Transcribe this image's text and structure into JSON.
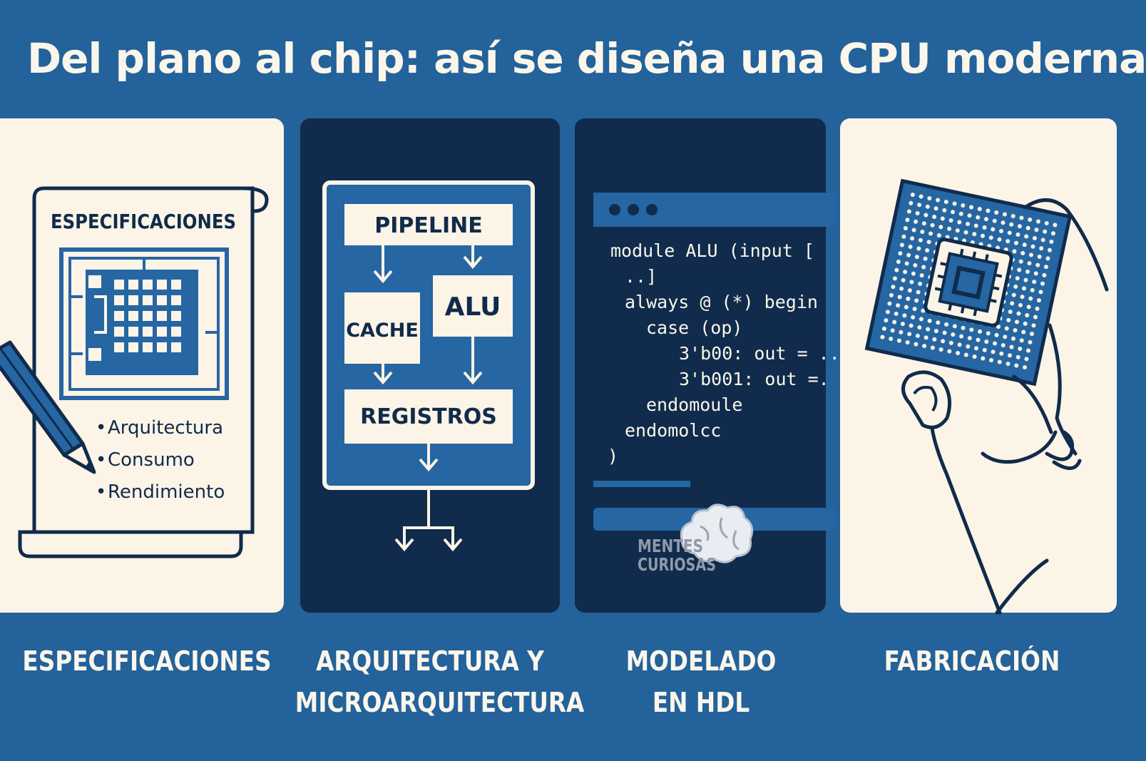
{
  "title": "Del plano al chip: así se diseña una CPU moderna",
  "colors": {
    "background": "#23629a",
    "dark_panel": "#102b4b",
    "cream": "#fbf4e7",
    "accent_blue": "#2566a3"
  },
  "panels": [
    {
      "caption_lines": [
        "ESPECIFICACIONES"
      ],
      "document_heading": "ESPECIFICACIONES",
      "bullets": [
        "Arquitectura",
        "Consumo",
        "Rendimiento"
      ],
      "icons": [
        "scroll-document-icon",
        "chip-floorplan-icon",
        "pencil-icon"
      ]
    },
    {
      "caption_lines": [
        "ARQUITECTURA Y",
        "MICROARQUITECTURA"
      ],
      "blocks": {
        "pipeline": "PIPELINE",
        "cache": "CACHE",
        "alu": "ALU",
        "registros": "REGISTROS"
      },
      "icons": [
        "block-diagram-icon",
        "arrow-down-icon",
        "branch-arrows-icon"
      ]
    },
    {
      "caption_lines": [
        "MODELADO",
        "EN HDL"
      ],
      "code_lines": [
        "module ALU (input [",
        "..]",
        "always @ (*) begin",
        "case (op)",
        "3'b00: out = ...",
        "3'b001: out =.",
        "endomoule",
        "endomolcc",
        ")"
      ],
      "watermark": [
        "MENTES",
        "CURIOSAS"
      ],
      "icons": [
        "code-window-icon",
        "brain-logo-icon"
      ]
    },
    {
      "caption_lines": [
        "FABRICACIÓN"
      ],
      "icons": [
        "hand-holding-chip-icon",
        "cpu-chip-icon"
      ]
    }
  ]
}
